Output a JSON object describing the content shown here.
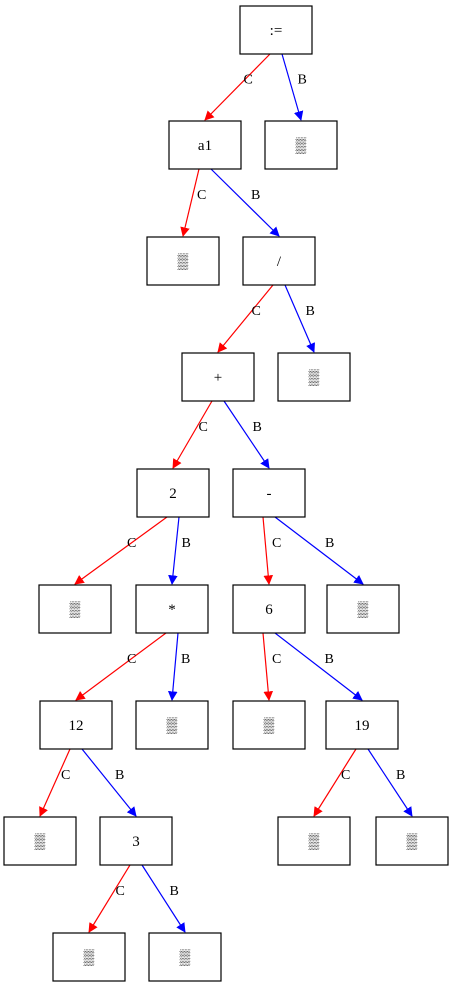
{
  "colors": {
    "c_edge": "#ff0000",
    "b_edge": "#0000ff",
    "border": "#000000"
  },
  "edge_labels": {
    "c": "C",
    "b": "B"
  },
  "nodes": {
    "root": ":=",
    "a1": "a1",
    "rootB": "▒",
    "a1C": "▒",
    "div": "/",
    "plus": "+",
    "divB": "▒",
    "two": "2",
    "minus": "-",
    "twoC": "▒",
    "mul": "*",
    "six": "6",
    "minusB": "▒",
    "twelve": "12",
    "mulB": "▒",
    "sixC": "▒",
    "nineteen": "19",
    "twelveC": "▒",
    "three": "3",
    "nineteenC": "▒",
    "nineteenB": "▒",
    "threeC": "▒",
    "threeB": "▒"
  }
}
